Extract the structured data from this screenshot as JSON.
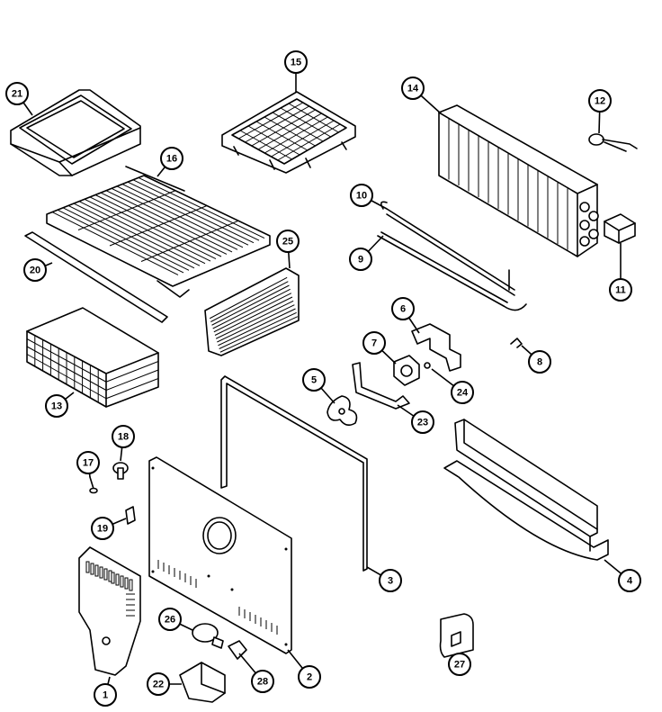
{
  "callouts": [
    {
      "id": "1"
    },
    {
      "id": "2"
    },
    {
      "id": "3"
    },
    {
      "id": "4"
    },
    {
      "id": "5"
    },
    {
      "id": "6"
    },
    {
      "id": "7"
    },
    {
      "id": "8"
    },
    {
      "id": "9"
    },
    {
      "id": "10"
    },
    {
      "id": "11"
    },
    {
      "id": "12"
    },
    {
      "id": "13"
    },
    {
      "id": "14"
    },
    {
      "id": "15"
    },
    {
      "id": "16"
    },
    {
      "id": "17"
    },
    {
      "id": "18"
    },
    {
      "id": "19"
    },
    {
      "id": "20"
    },
    {
      "id": "21"
    },
    {
      "id": "22"
    },
    {
      "id": "23"
    },
    {
      "id": "24"
    },
    {
      "id": "25"
    },
    {
      "id": "26"
    },
    {
      "id": "27"
    },
    {
      "id": "28"
    }
  ]
}
